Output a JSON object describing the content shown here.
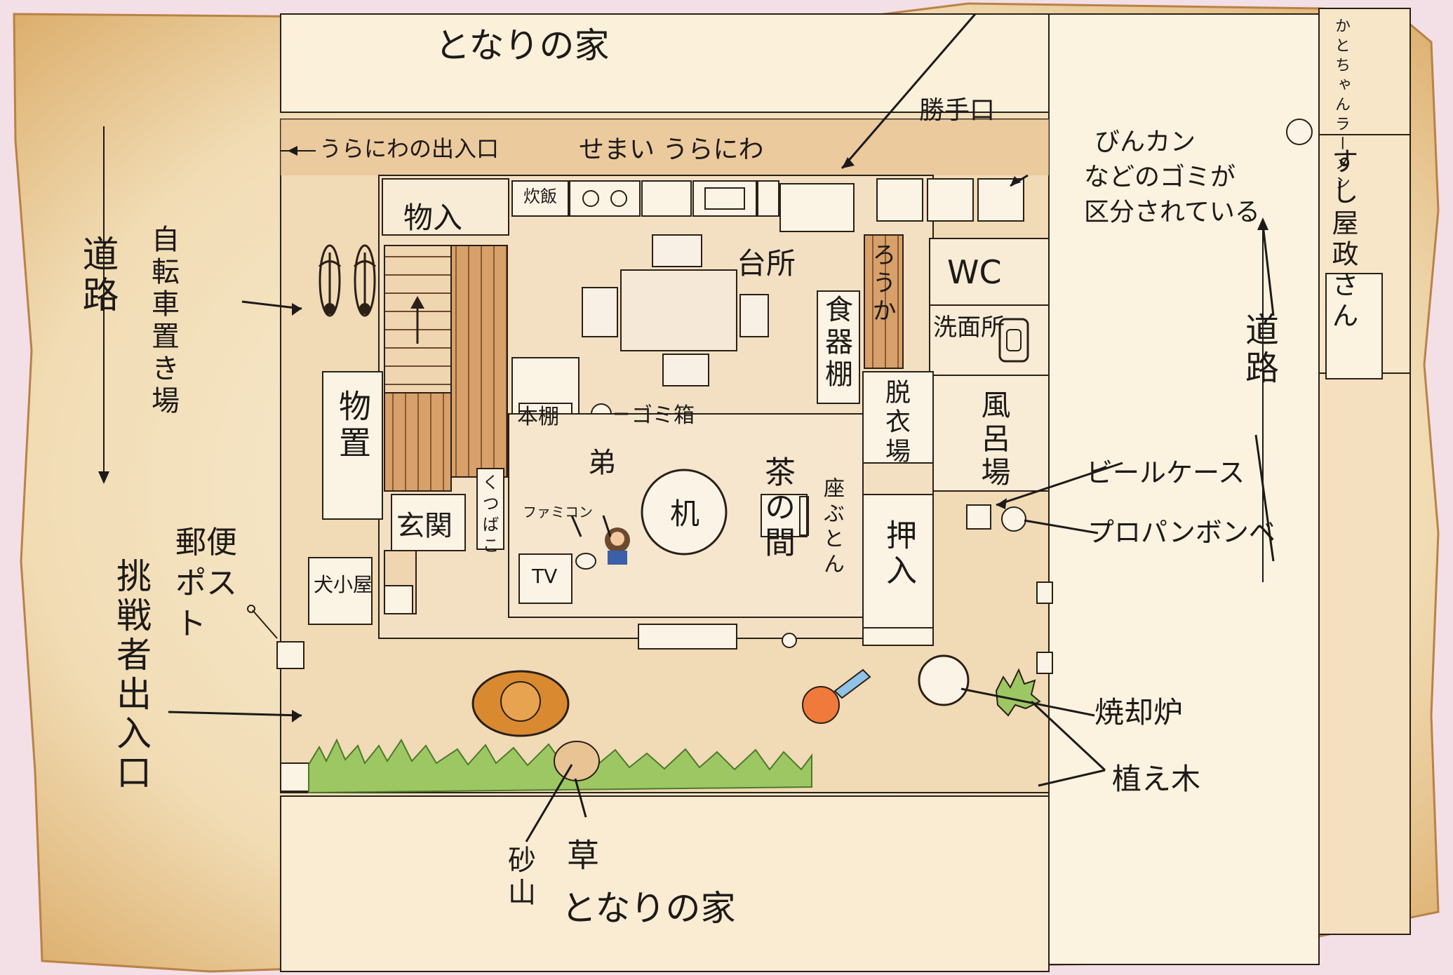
{
  "map": {
    "colors": {
      "paper": "#f2e3c4",
      "paper_edge": "#d6a865",
      "wall": "#e6c396",
      "wood": "#c98a52",
      "grass": "#9dc763",
      "ink": "#1d1a18"
    },
    "labels": {
      "neighbor_top": "となりの家",
      "neighbor_bottom": "となりの家",
      "back_entrance": "勝手口",
      "backyard_gate": "うらにわの出入口",
      "narrow_yard": "せまい うらにわ",
      "garbage_note_1": "びんカン",
      "garbage_note_2": "などのゴミが",
      "garbage_note_3": "区分されている",
      "shop_ramen": "かとちゃんラーメン",
      "shop_sushi": "すし屋政さん",
      "road_left": "道路",
      "road_right": "道路",
      "bicycle_parking": "自転車置き場",
      "storage_top": "物入",
      "rice_cooker": "炊飯",
      "kitchen": "台所",
      "cupboard": "食器棚",
      "hallway": "ろうか",
      "wc": "WC",
      "washroom": "洗面所",
      "shed": "物置",
      "bookshelf": "本棚",
      "trash_can": "ゴミ箱",
      "changing_room": "脱衣場",
      "bath": "風呂場",
      "beer_case": "ビールケース",
      "propane": "プロパンボンベ",
      "little_brother": "弟",
      "famicom": "ファミコン",
      "table": "机",
      "living_room": "茶の間",
      "cushion": "座ぶとん",
      "closet": "押入",
      "entrance": "玄関",
      "shoe_box": "くつばこ",
      "mailbox": "郵便ポスト",
      "doghouse": "犬小屋",
      "tv": "TV",
      "challenger_entrance": "挑戦者出入口",
      "incinerator": "焼却炉",
      "plants": "植え木",
      "sand_pile": "砂山",
      "grass": "草"
    }
  }
}
